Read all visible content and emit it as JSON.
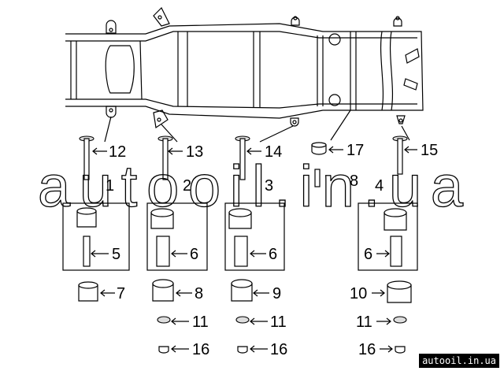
{
  "callouts": {
    "bolt_12": "12",
    "bolt_13": "13",
    "bolt_14": "14",
    "cushion_17": "17",
    "bolt_15": "15",
    "set_1": "1",
    "set_2": "2",
    "set_3": "3",
    "bolt_8": "8",
    "set_4": "4",
    "sleeve_5": "5",
    "sleeve_6a": "6",
    "sleeve_6b": "6",
    "sleeve_6c": "6",
    "cushion_7": "7",
    "cushion_8": "8",
    "cushion_9": "9",
    "cushion_10": "10",
    "washer_11a": "11",
    "washer_11b": "11",
    "washer_11c": "11",
    "nut_16a": "16",
    "nut_16b": "16",
    "nut_16c": "16"
  },
  "watermark": "autooil.in.ua",
  "watermark_small": "autooil.in.ua"
}
